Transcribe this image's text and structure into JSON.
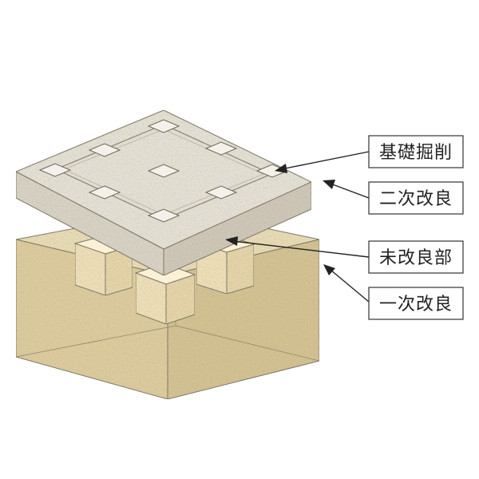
{
  "labels": {
    "foundation_excavation": "基礎掘削",
    "secondary_improvement": "二次改良",
    "unimproved_part": "未改良部",
    "primary_improvement": "一次改良"
  },
  "colors": {
    "slab_top": "#e6e1d6",
    "slab_side": "#d9d3c6",
    "soil_top": "#e9dcb6",
    "soil_side": "#ddcc9c",
    "cube_top": "#fbf1d6",
    "cube_side": "#efe0b8",
    "edge": "#7a7464",
    "label_border": "#333333"
  }
}
